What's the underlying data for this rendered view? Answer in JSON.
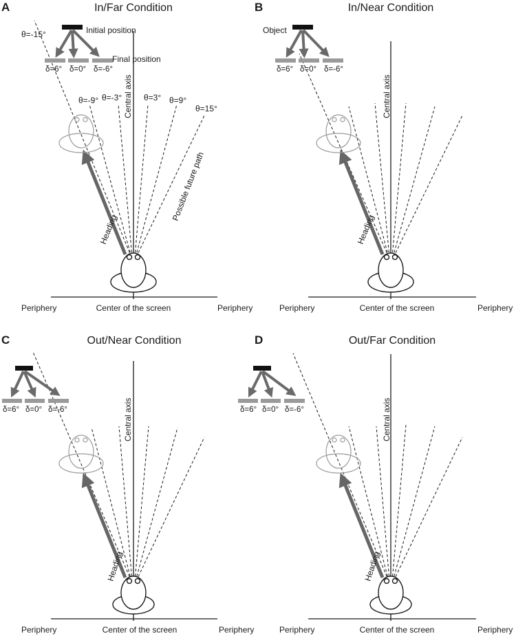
{
  "colors": {
    "ink": "#1a1a1a",
    "heading_arrow": "#666666",
    "object_arrow": "#6a6a6a",
    "target_bar": "#9a9a9a",
    "object_bar": "#111111",
    "ghost_observer": "#9a9a9a"
  },
  "axis_labels": {
    "periphery": "Periphery",
    "center": "Center of the screen",
    "central_axis": "Central axis",
    "heading": "Heading",
    "future_path": "Possible future path"
  },
  "object_labels": {
    "initial_position": "Initial position",
    "final_position": "Final position",
    "object": "Object"
  },
  "delta_labels": [
    "δ=6°",
    "δ=0°",
    "δ=-6°"
  ],
  "theta_labels": [
    "θ=-15°",
    "θ=-9°",
    "θ=-3°",
    "θ=3°",
    "θ=9°",
    "θ=15°"
  ],
  "panels": [
    {
      "letter": "A",
      "title": "In/Far Condition"
    },
    {
      "letter": "B",
      "title": "In/Near Condition"
    },
    {
      "letter": "C",
      "title": "Out/Near Condition"
    },
    {
      "letter": "D",
      "title": "Out/Far Condition"
    }
  ]
}
